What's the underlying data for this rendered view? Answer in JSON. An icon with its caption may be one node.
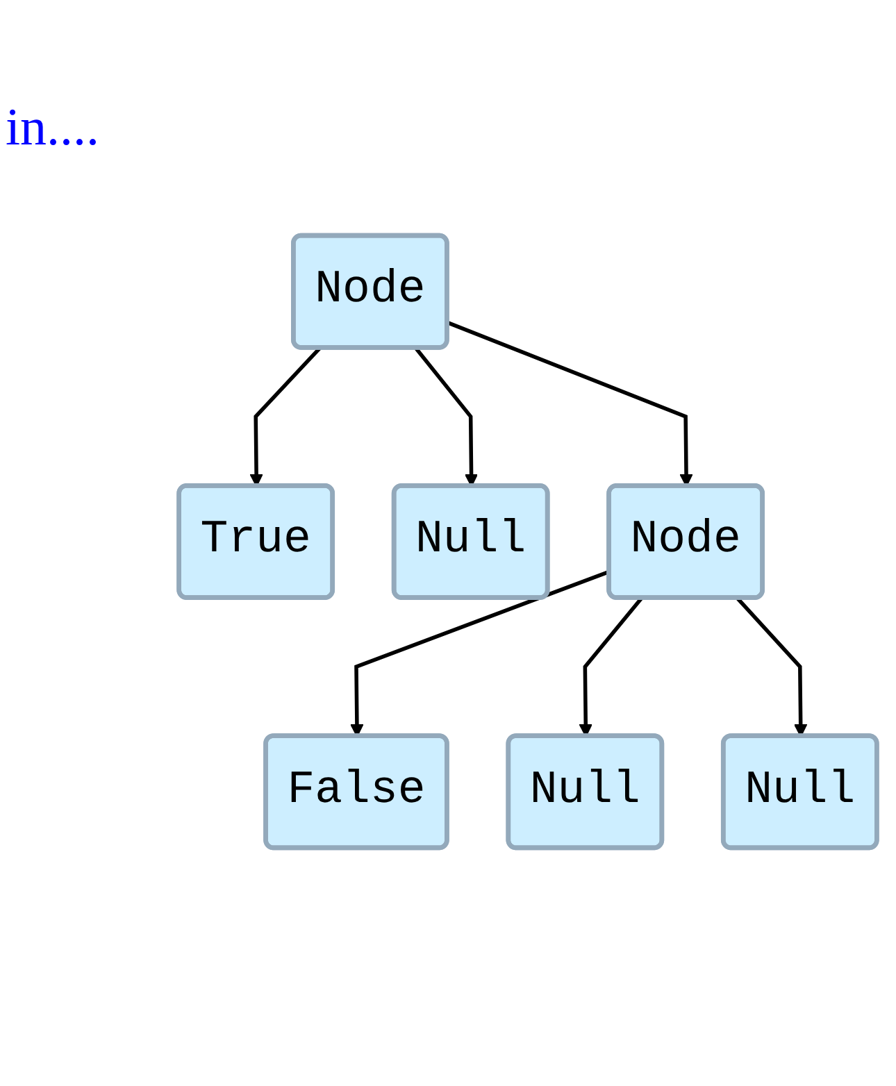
{
  "diagram": {
    "nodes": [
      {
        "text": [
          "Node"
        ]
      },
      {
        "text": [
          "True"
        ]
      },
      {
        "text": [
          "Null"
        ]
      },
      {
        "text": [
          "Node"
        ]
      },
      {
        "text": [
          "False"
        ]
      },
      {
        "text": [
          "Null"
        ]
      },
      {
        "text": [
          "Null"
        ]
      }
    ],
    "edges": [
      {
        "from": 0,
        "to": 1,
        "arrow": "to"
      },
      {
        "from": 0,
        "to": 3,
        "arrow": "to"
      },
      {
        "from": 0,
        "to": 2,
        "arrow": "to"
      },
      {
        "from": 3,
        "to": 4,
        "arrow": "to"
      },
      {
        "from": 3,
        "to": 5,
        "arrow": "to"
      },
      {
        "from": 3,
        "to": 6,
        "arrow": "to"
      }
    ],
    "labels": [
      "in...."
    ]
  }
}
